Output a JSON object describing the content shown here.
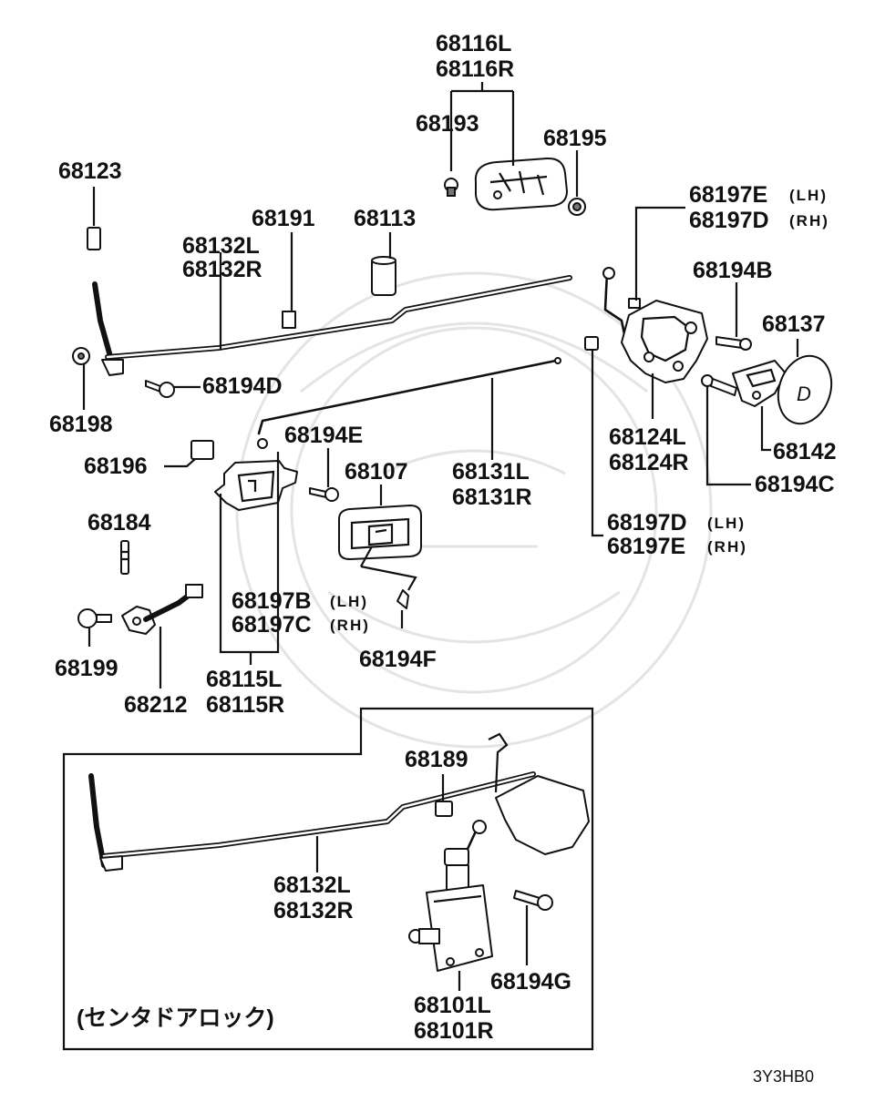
{
  "diagram": {
    "code": "3Y3HB0",
    "inset_title": "(センタドアロック)",
    "labels": {
      "p68116": [
        "68116L",
        "68116R"
      ],
      "p68193": "68193",
      "p68195": "68195",
      "p68123": "68123",
      "p68191": "68191",
      "p68113": "68113",
      "p68132": [
        "68132L",
        "68132R"
      ],
      "p68197ED": [
        "68197E",
        "(LH)",
        "68197D",
        "(RH)"
      ],
      "p68194B": "68194B",
      "p68137": "68137",
      "p68194D": "68194D",
      "p68198": "68198",
      "p68194E": "68194E",
      "p68196": "68196",
      "p68107": "68107",
      "p68131": [
        "68131L",
        "68131R"
      ],
      "p68124": [
        "68124L",
        "68124R"
      ],
      "p68142": "68142",
      "p68194C": "68194C",
      "p68197DE": [
        "68197D",
        "(LH)",
        "68197E",
        "(RH)"
      ],
      "p68184": "68184",
      "p68197BC": [
        "68197B",
        "(LH)",
        "68197C",
        "(RH)"
      ],
      "p68194F": "68194F",
      "p68199": "68199",
      "p68212": "68212",
      "p68115": [
        "68115L",
        "68115R"
      ],
      "p68189": "68189",
      "p68132b": [
        "68132L",
        "68132R"
      ],
      "p68194G": "68194G",
      "p68101": [
        "68101L",
        "68101R"
      ]
    }
  }
}
